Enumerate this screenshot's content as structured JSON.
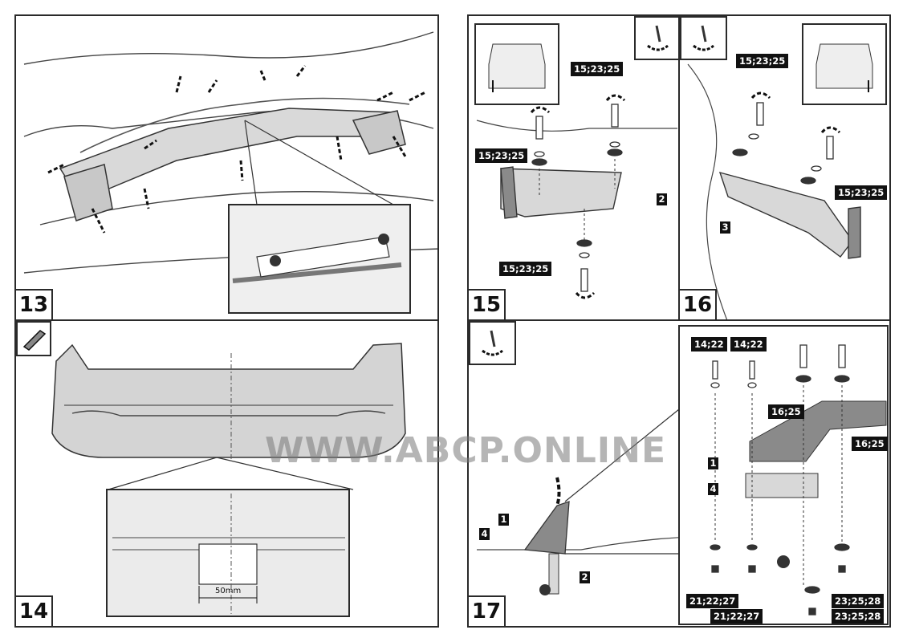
{
  "steps": [
    {
      "number": "13"
    },
    {
      "number": "14",
      "dimension": "50mm"
    },
    {
      "number": "15",
      "labels": [
        "15;23;25",
        "15;23;25",
        "15;23;25"
      ],
      "part": "2"
    },
    {
      "number": "16",
      "labels": [
        "15;23;25",
        "15;23;25"
      ],
      "part": "3"
    },
    {
      "number": "17",
      "parts": [
        "1",
        "4",
        "2",
        "1",
        "4"
      ],
      "labels": [
        "14;22",
        "14;22",
        "16;25",
        "16;25",
        "21;22;27",
        "21;22;27",
        "23;25;28",
        "23;25;28"
      ]
    }
  ],
  "watermark": "WWW.ABCP.ONLINE",
  "icons": [
    "utility-knife-icon",
    "wrench-tighten-icon",
    "wrench-tighten-icon",
    "wrench-loosen-icon"
  ],
  "colors": {
    "line": "#2a2a2a",
    "part_fill": "#8a8a8a",
    "inset_bg": "#ebebeb"
  }
}
